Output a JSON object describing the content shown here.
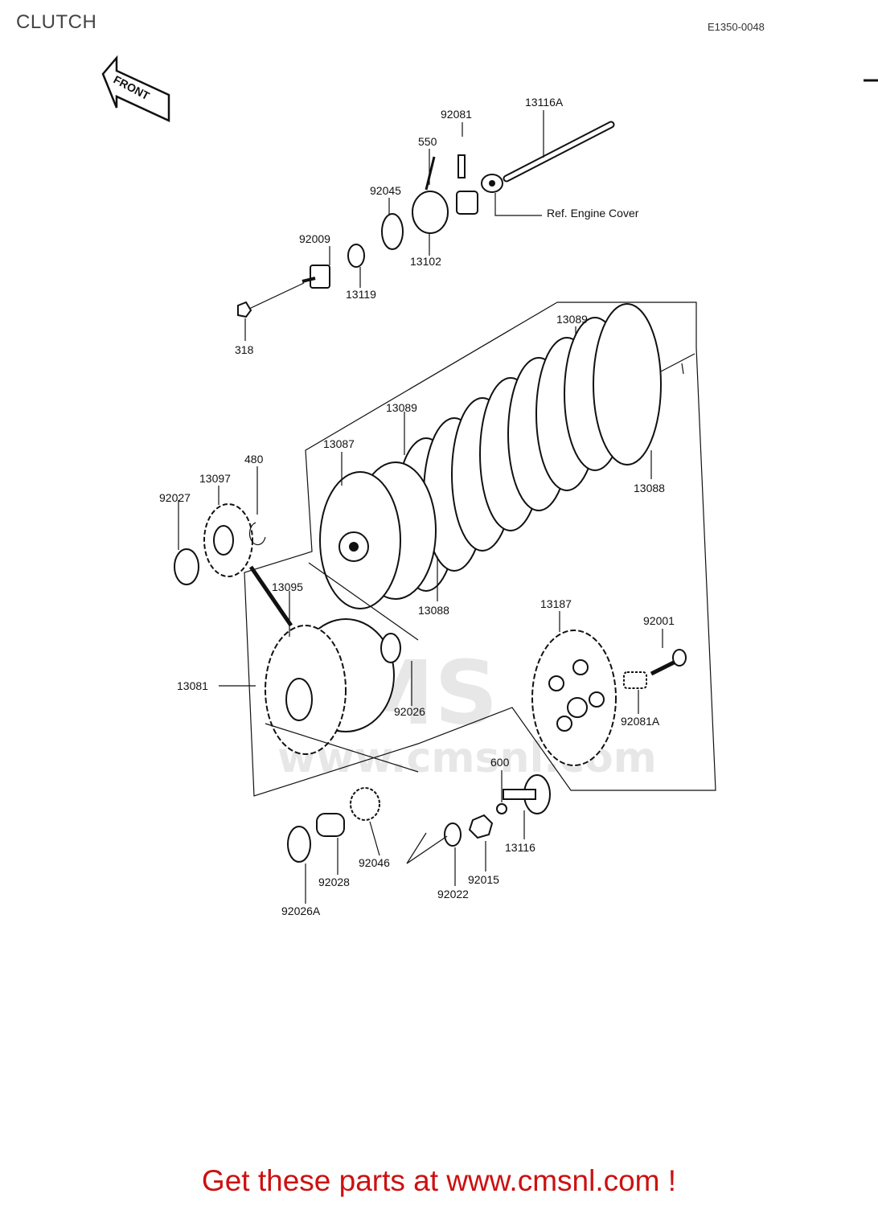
{
  "header": {
    "title": "CLUTCH",
    "diagram_code": "E1350-0048"
  },
  "front_arrow_label": "FRONT",
  "reference_note": "Ref.  Engine Cover",
  "watermark": {
    "brand": "CMS",
    "url": "www.cmsnl.com"
  },
  "parts": {
    "p92081": "92081",
    "p13116A": "13116A",
    "p550": "550",
    "p92045": "92045",
    "p92009": "92009",
    "p13102": "13102",
    "p13119": "13119",
    "p318": "318",
    "p13089_top": "13089",
    "p13089_mid": "13089",
    "p13087": "13087",
    "p480": "480",
    "p13097": "13097",
    "p92027": "92027",
    "p13088_right": "13088",
    "p13088_low": "13088",
    "p13095": "13095",
    "p13187": "13187",
    "p92001": "92001",
    "p13081": "13081",
    "p92026": "92026",
    "p92081A": "92081A",
    "p600": "600",
    "p13116": "13116",
    "p92046": "92046",
    "p92015": "92015",
    "p92028": "92028",
    "p92022": "92022",
    "p92026A": "92026A"
  },
  "footer": {
    "promo": "Get these parts at www.cmsnl.com !"
  }
}
